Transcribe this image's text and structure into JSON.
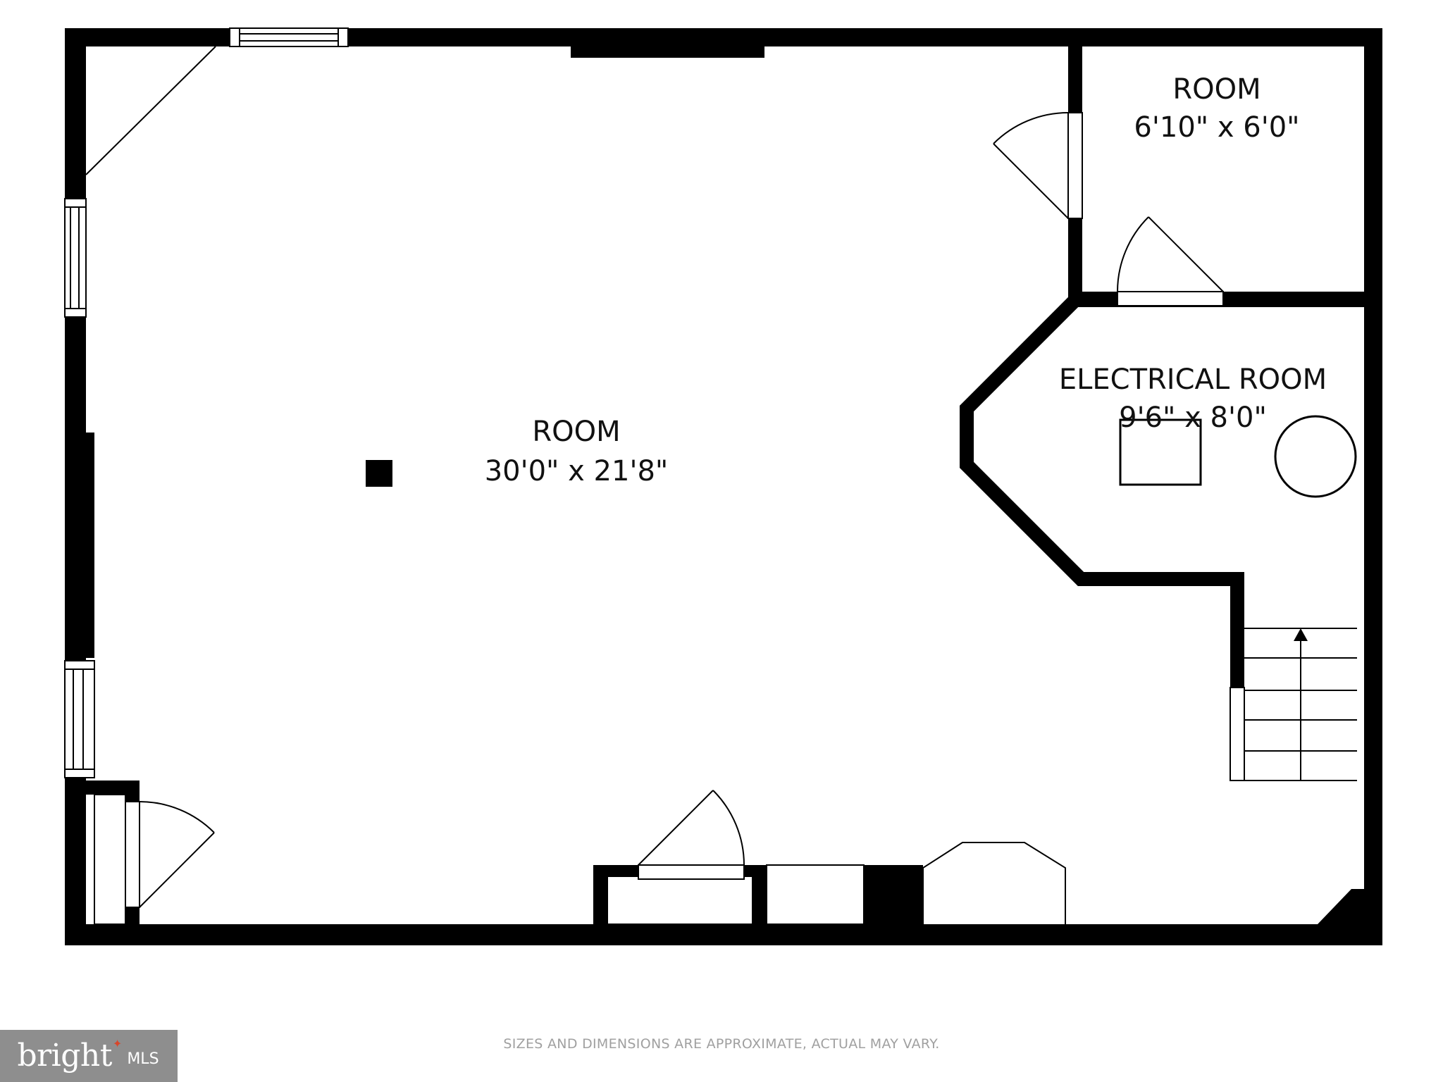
{
  "rooms": {
    "main": {
      "name": "ROOM",
      "dims": "30'0\" x 21'8\""
    },
    "small": {
      "name": "ROOM",
      "dims": "6'10\" x 6'0\""
    },
    "electrical": {
      "name": "ELECTRICAL ROOM",
      "dims": "9'6\" x 8'0\""
    }
  },
  "disclaimer": "SIZES AND DIMENSIONS ARE APPROXIMATE, ACTUAL MAY VARY.",
  "logo": {
    "word": "bright",
    "suffix": "MLS"
  },
  "colors": {
    "wall": "#000000",
    "background": "#ffffff",
    "logo_bg": "#8e8e8e",
    "logo_accent": "#d8462a",
    "disclaimer": "#a0a0a0"
  }
}
